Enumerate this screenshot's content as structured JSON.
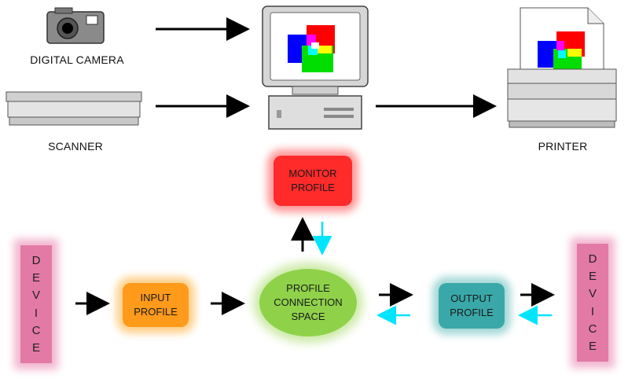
{
  "devices": {
    "camera_label": "DIGITAL CAMERA",
    "scanner_label": "SCANNER",
    "printer_label": "PRINTER"
  },
  "profiles": {
    "monitor": [
      "MONITOR",
      "PROFILE"
    ],
    "input": [
      "INPUT",
      "PROFILE"
    ],
    "pcs": [
      "PROFILE",
      "CONNECTION",
      "SPACE"
    ],
    "output": [
      "OUTPUT",
      "PROFILE"
    ]
  },
  "device_left": [
    "D",
    "E",
    "V",
    "I",
    "C",
    "E"
  ],
  "device_right": [
    "D",
    "E",
    "V",
    "I",
    "C",
    "E"
  ],
  "colors": {
    "monitor_profile": "#ff2a2a",
    "input_profile": "#ff9a1a",
    "pcs": "#8fd24a",
    "output_profile": "#3aa8a8",
    "device": "#e37aa6",
    "return_arrow": "#00e5ff"
  }
}
